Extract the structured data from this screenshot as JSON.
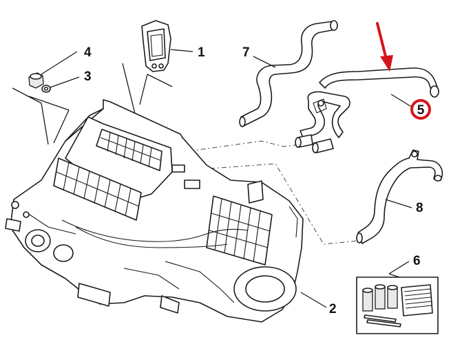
{
  "callouts": {
    "c1": "1",
    "c2": "2",
    "c3": "3",
    "c4": "4",
    "c5": "5",
    "c6": "6",
    "c7": "7",
    "c8": "8"
  },
  "colors": {
    "highlight_red": "#d4161c",
    "line": "#1a1a1a",
    "background": "#ffffff"
  },
  "icons": {
    "pointer": "down-arrow-icon"
  }
}
